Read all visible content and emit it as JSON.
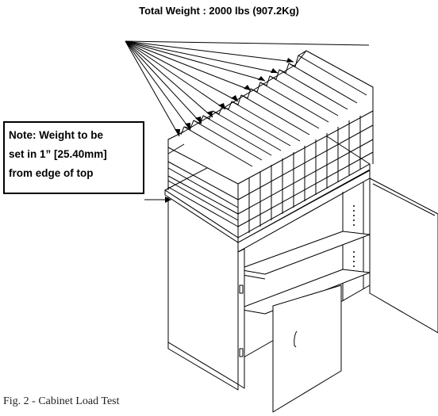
{
  "title": "Total Weight : 2000 lbs (907.2Kg)",
  "note": {
    "line1": "Note: Weight to be",
    "line2": "set in 1” [25.40mm]",
    "line3": "from edge of top"
  },
  "caption": "Fig. 2 - Cabinet Load Test",
  "colors": {
    "line": "#000000",
    "face": "#ffffff"
  }
}
